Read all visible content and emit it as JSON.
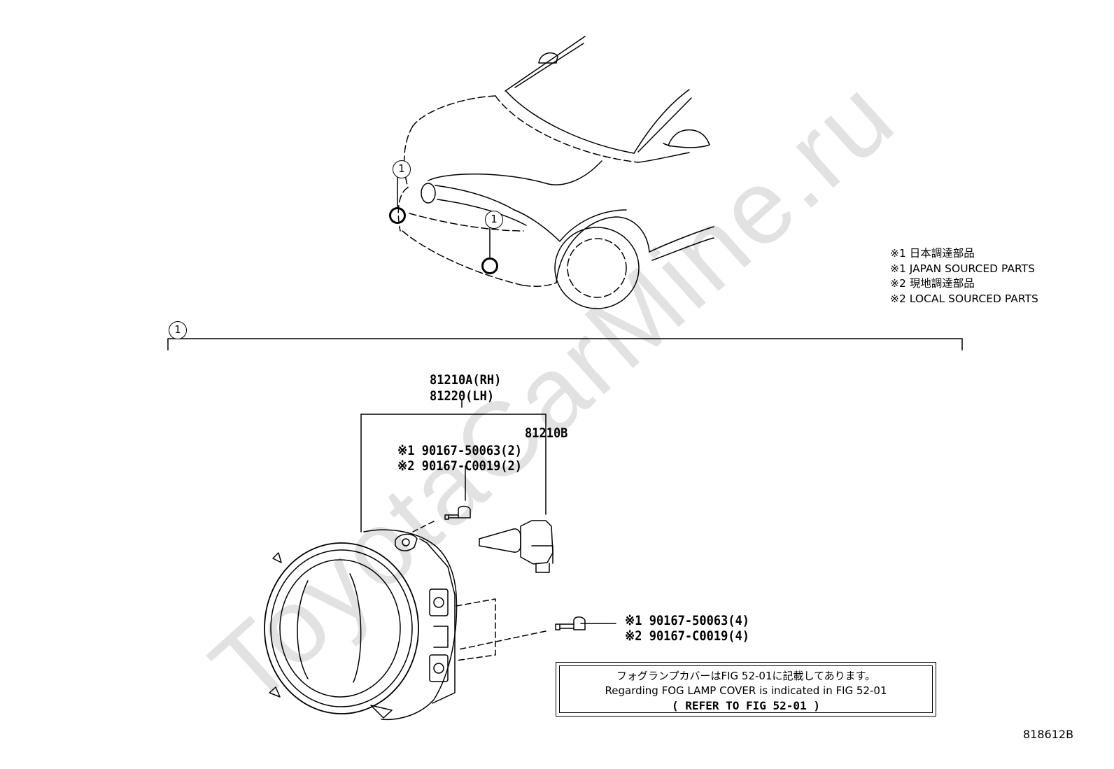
{
  "watermark": "ToyotaCarMine.ru",
  "callout_label": "1",
  "notes": [
    "※1 日本調達部品",
    "※1 JAPAN SOURCED PARTS",
    "※2 現地調達部品",
    "※2 LOCAL SOURCED PARTS"
  ],
  "parts": {
    "assembly_rh": "81210A(RH)",
    "assembly_lh": "81220(LH)",
    "bulb": "81210B",
    "screw_upper_1": "※1 90167-50063(2)",
    "screw_upper_2": "※2 90167-C0019(2)",
    "screw_lower_1": "※1 90167-50063(4)",
    "screw_lower_2": "※2 90167-C0019(4)"
  },
  "reference_box": {
    "line_jp": "フォグランプカバーはFIG 52-01に記載してあります。",
    "line_en": "Regarding FOG LAMP COVER is indicated in FIG 52-01",
    "line_ref": "(   REFER TO FIG 52-01  )"
  },
  "drawing_id": "818612B"
}
